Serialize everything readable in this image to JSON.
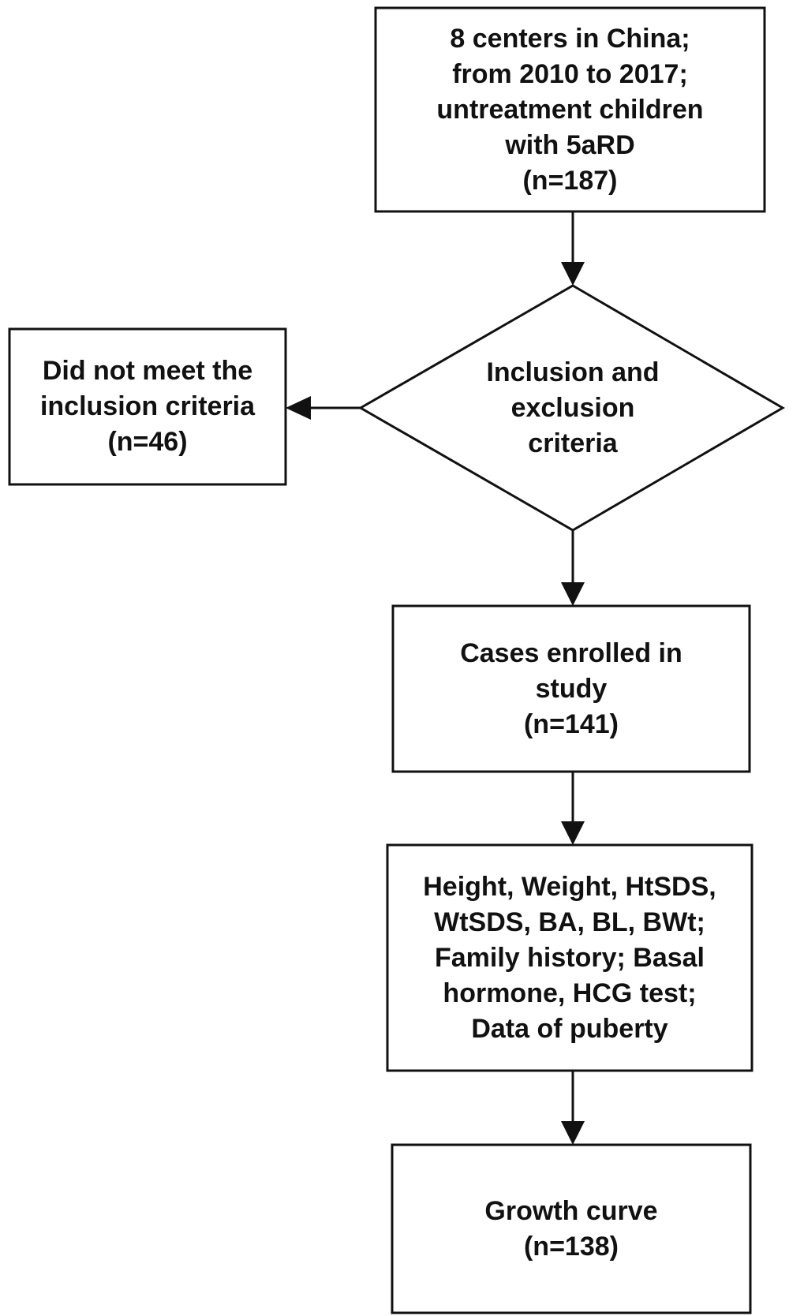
{
  "nodes": {
    "start": {
      "lines": [
        "8 centers in China;",
        "from 2010 to 2017;",
        "untreatment children",
        "with 5aRD",
        "(n=187)"
      ]
    },
    "decision": {
      "lines": [
        "Inclusion and",
        "exclusion",
        "criteria"
      ]
    },
    "excluded": {
      "lines": [
        "Did not meet the",
        "inclusion criteria",
        "(n=46)"
      ]
    },
    "enrolled": {
      "lines": [
        "Cases enrolled in",
        "study",
        "(n=141)"
      ]
    },
    "measures": {
      "lines": [
        "Height, Weight, HtSDS,",
        "WtSDS, BA, BL, BWt;",
        "Family history; Basal",
        "hormone, HCG test;",
        "Data of puberty"
      ]
    },
    "growth": {
      "lines": [
        "Growth curve",
        "(n=138)"
      ]
    }
  },
  "colors": {
    "stroke": "#111111",
    "text": "#111111",
    "background": "#ffffff"
  }
}
